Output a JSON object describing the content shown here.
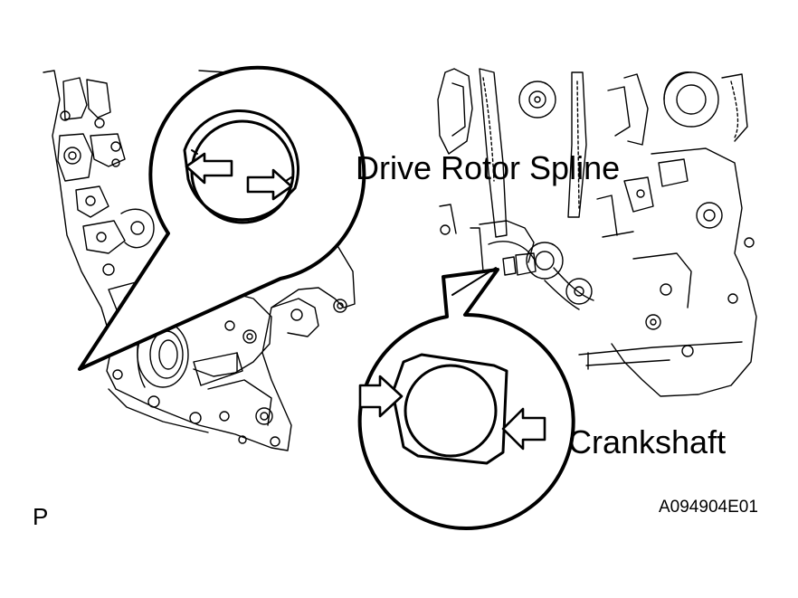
{
  "labels": {
    "drive_rotor_spline": "Drive Rotor Spline",
    "crankshaft": "Crankshaft",
    "view_code": "P",
    "figure_id": "A094904E01"
  },
  "colors": {
    "line": "#000000",
    "background": "#ffffff"
  },
  "icons": {
    "double_arrow": "double-arrow-icon",
    "pointer_arrow": "pointer-arrow-icon"
  }
}
